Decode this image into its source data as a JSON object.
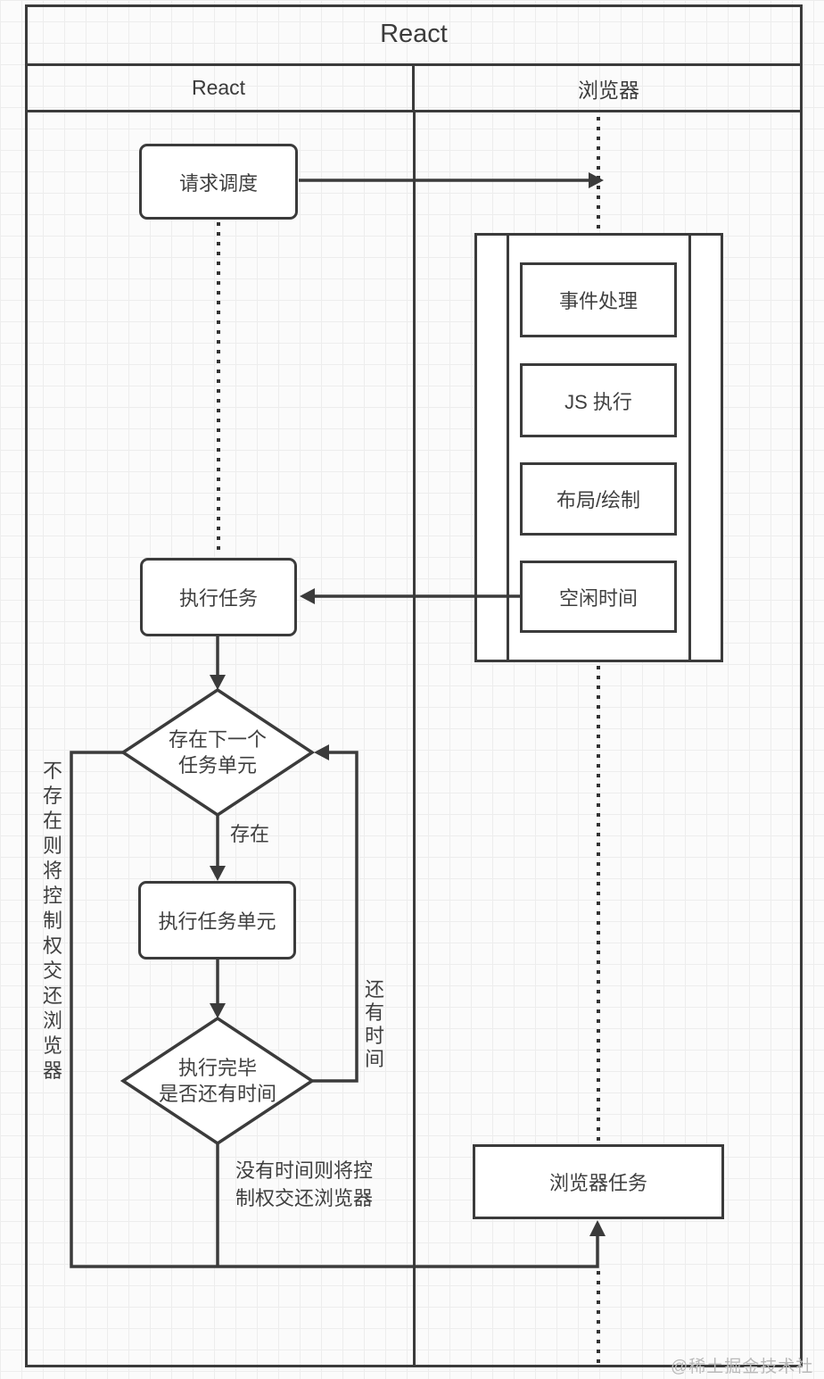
{
  "diagram": {
    "title": "React",
    "lanes": {
      "left": "React",
      "right": "浏览器"
    },
    "nodes": {
      "request_schedule": "请求调度",
      "event_handling": "事件处理",
      "js_execution": "JS 执行",
      "layout_paint": "布局/绘制",
      "idle_time": "空闲时间",
      "execute_task": "执行任务",
      "has_next_unit": "存在下一个\n任务单元",
      "execute_unit": "执行任务单元",
      "done_has_time": "执行完毕\n是否还有时间",
      "browser_task": "浏览器任务"
    },
    "edge_labels": {
      "exists": "存在",
      "more_time": "还有时间",
      "not_exists": "不存在则将控制权交还浏览器",
      "no_time": "没有时间则将控\n制权交还浏览器"
    },
    "watermark": "@稀土掘金技术社区",
    "colors": {
      "line": "#3b3b3b",
      "grid": "#ededed",
      "watermark": "#b9b9b9"
    }
  }
}
